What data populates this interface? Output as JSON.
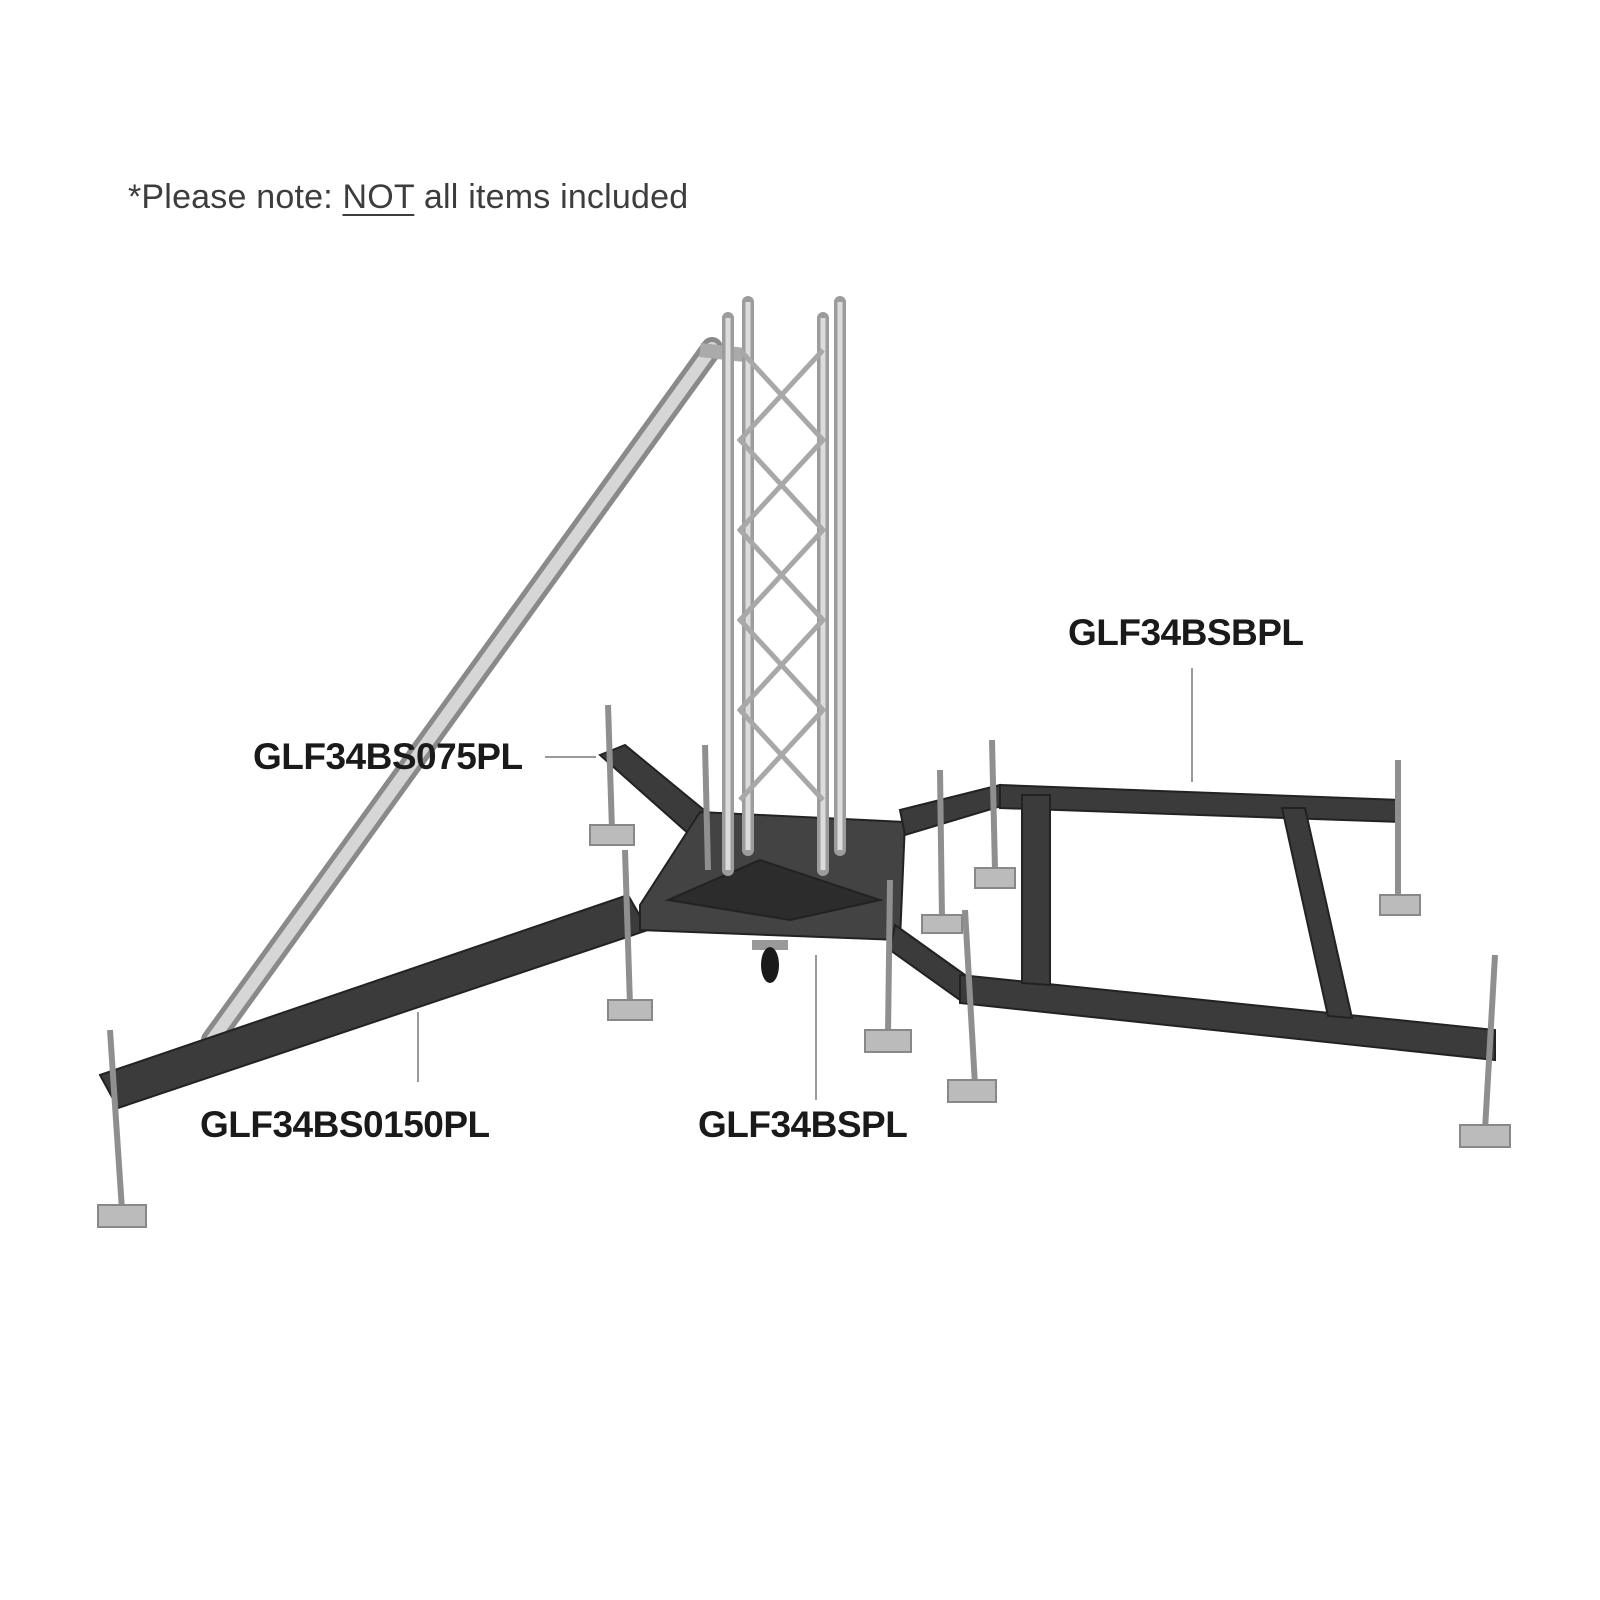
{
  "note": {
    "prefix": "*Please note: ",
    "emphasis": "NOT",
    "suffix": " all items included"
  },
  "labels": {
    "baseplate_extension": "GLF34BSBPL",
    "outrigger_short": "GLF34BS075PL",
    "outrigger_long": "GLF34BS0150PL",
    "base": "GLF34BSPL"
  },
  "colors": {
    "steel": "#3b3b3b",
    "aluminum": "#c9c9c9",
    "text": "#1a1a1a",
    "leader": "#9a9a9a"
  }
}
